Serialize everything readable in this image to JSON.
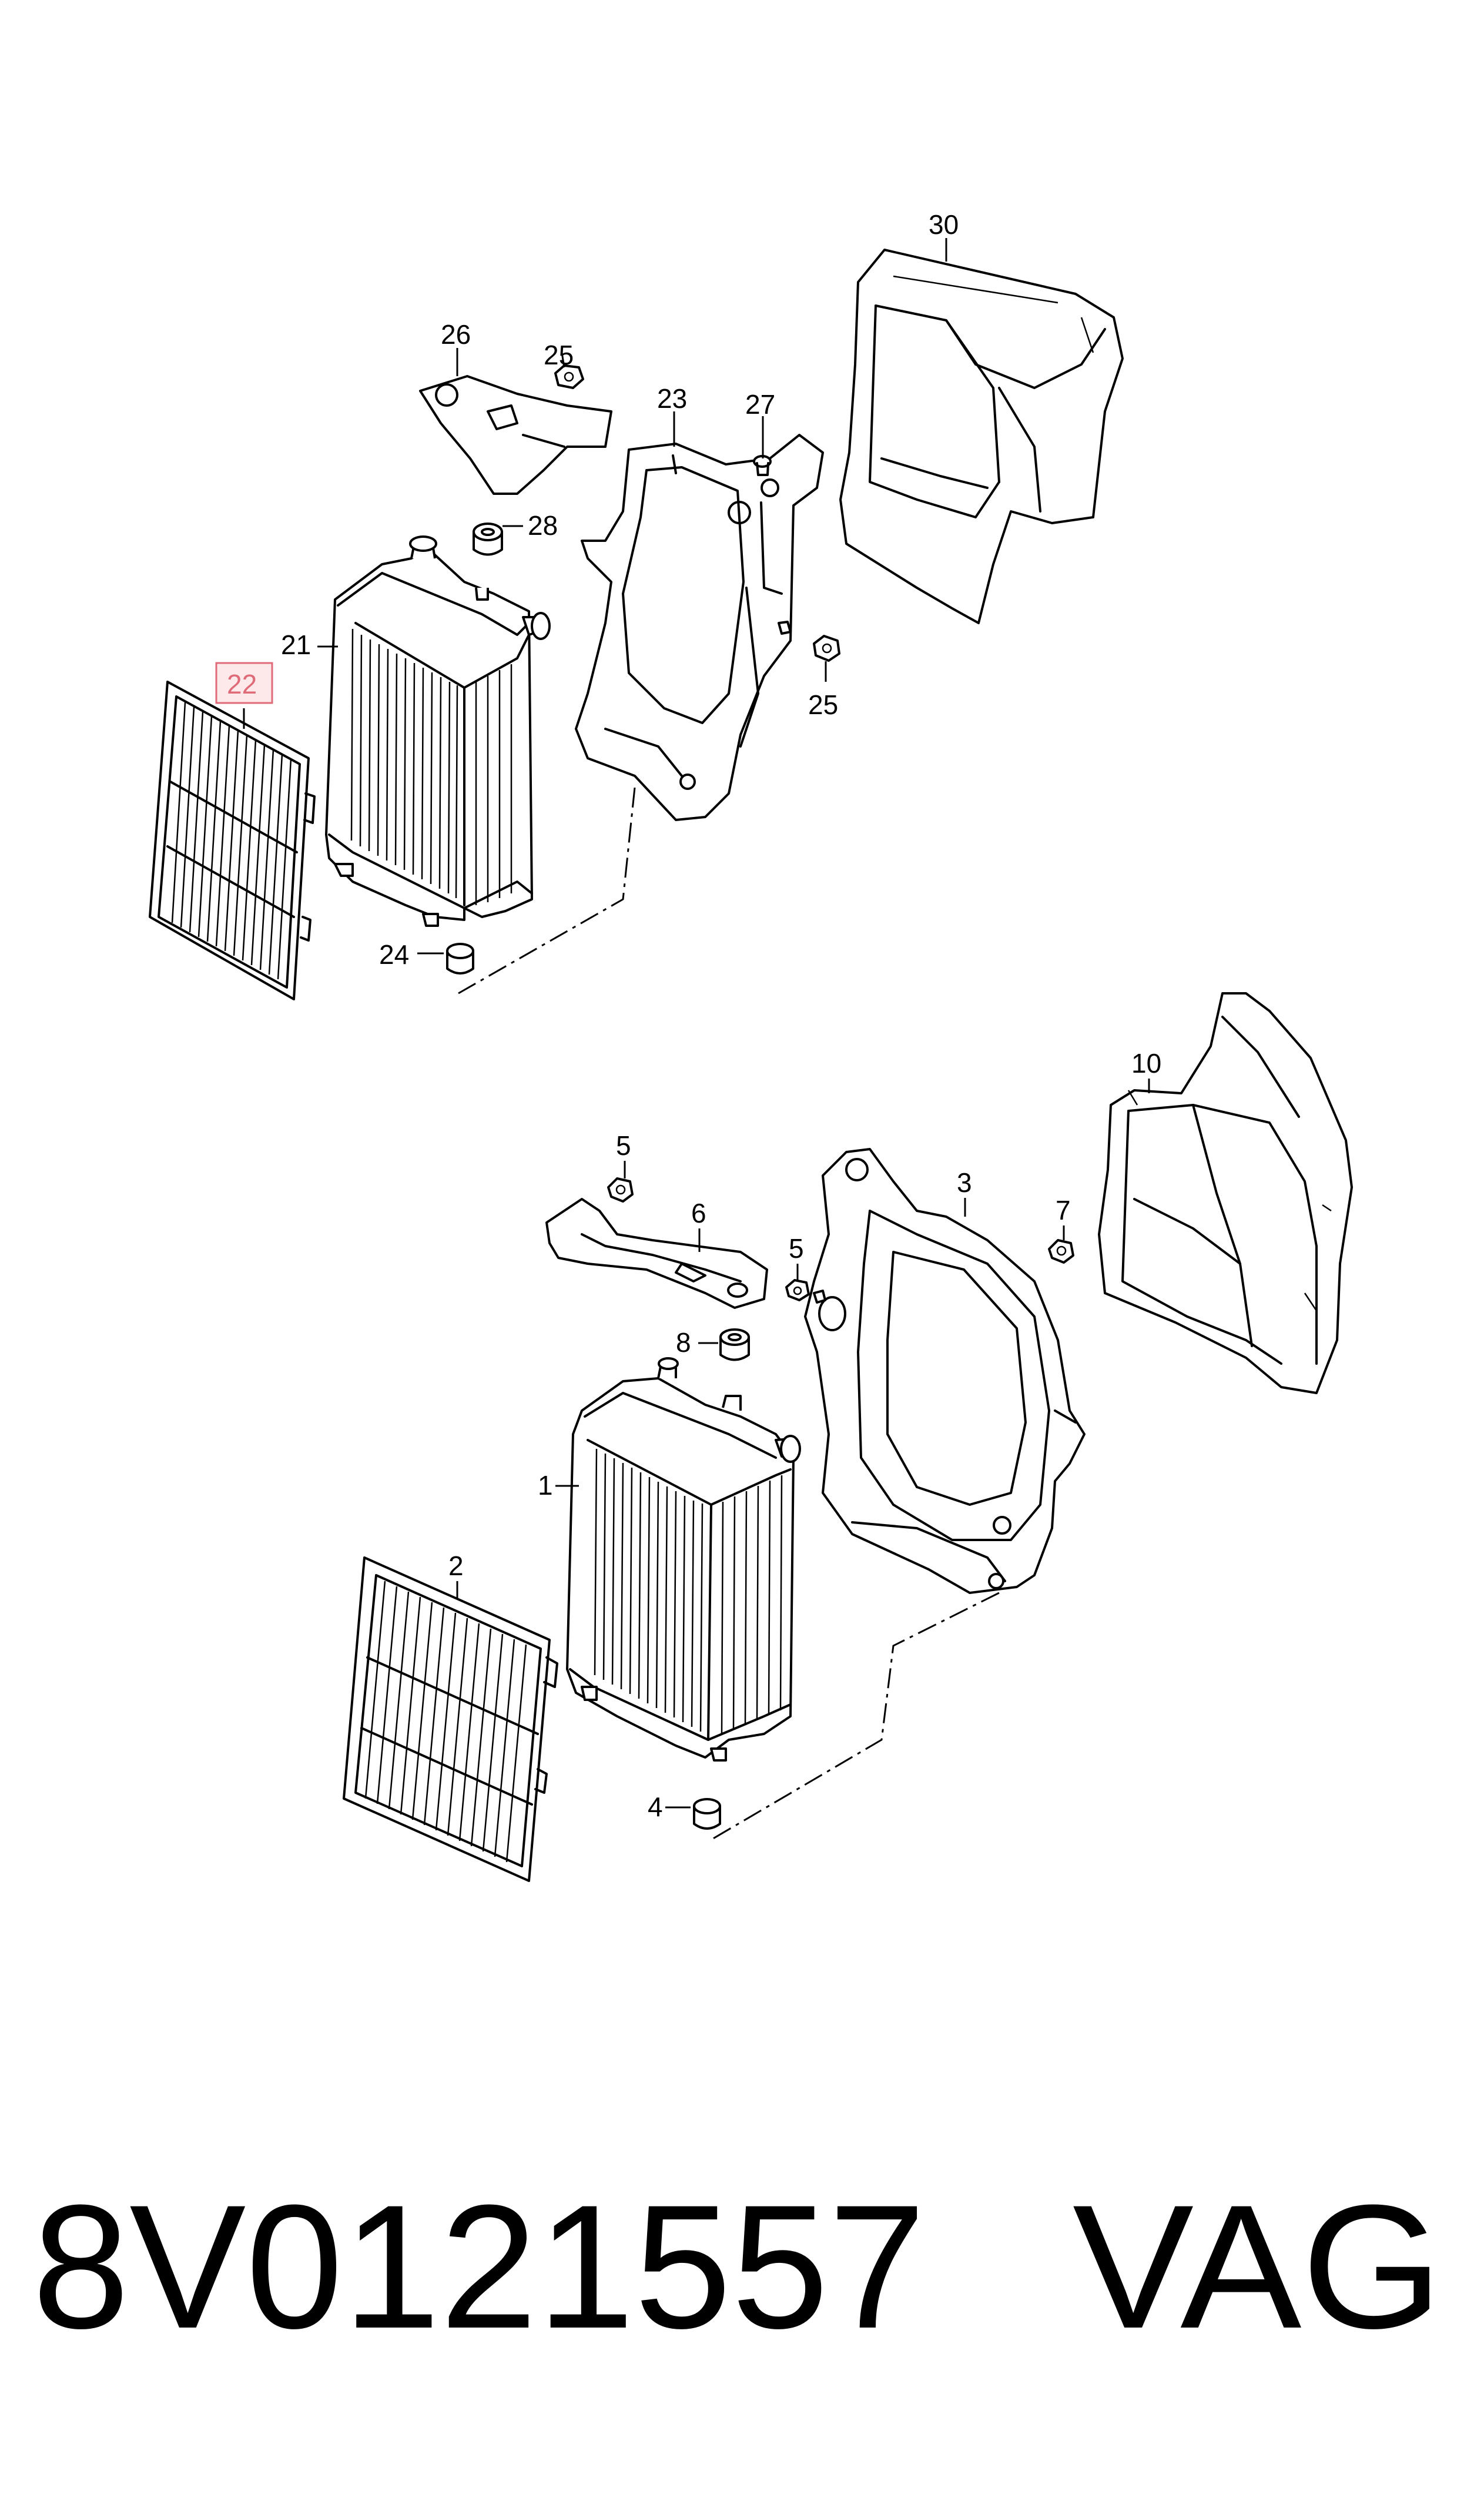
{
  "diagram": {
    "callouts": {
      "c30": "30",
      "c26": "26",
      "c25a": "25",
      "c23": "23",
      "c27": "27",
      "c28": "28",
      "c21": "21",
      "c22": "22",
      "c25b": "25",
      "c24": "24",
      "c10": "10",
      "c5a": "5",
      "c3": "3",
      "c7": "7",
      "c6": "6",
      "c5b": "5",
      "c8": "8",
      "c1": "1",
      "c2": "2",
      "c4": "4"
    },
    "highlighted_callout": "22",
    "highlight_color": "#e06b78"
  },
  "footer": {
    "part_number": "8V0121557",
    "manufacturer": "VAG"
  }
}
